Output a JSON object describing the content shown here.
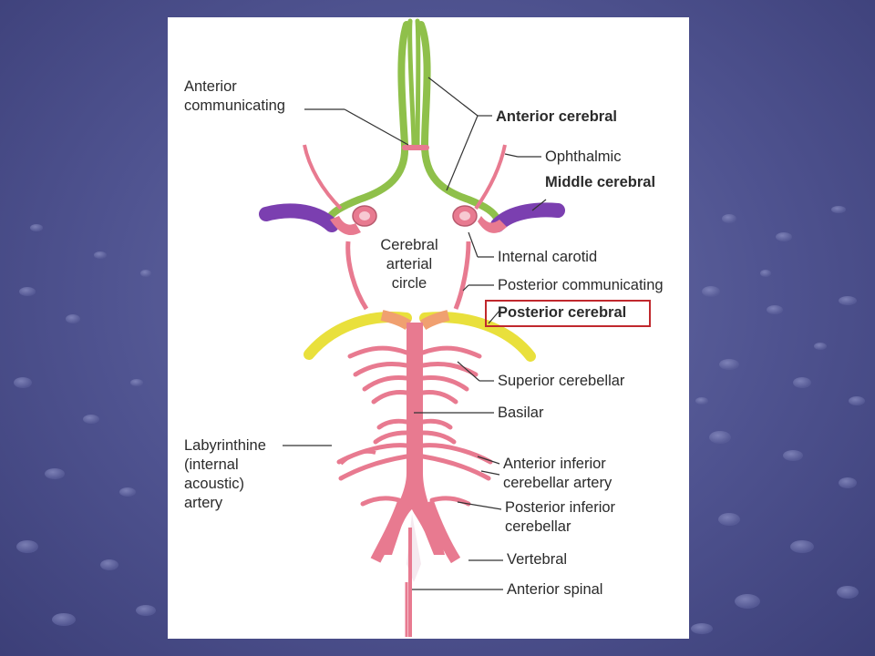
{
  "diagram": {
    "labels": {
      "anterior_communicating": "Anterior\ncommunicating",
      "anterior_cerebral": "Anterior cerebral",
      "ophthalmic": "Ophthalmic",
      "middle_cerebral": "Middle cerebral",
      "cerebral_arterial_circle": "Cerebral\narterial\ncircle",
      "internal_carotid": "Internal carotid",
      "posterior_communicating": "Posterior communicating",
      "posterior_cerebral": "Posterior cerebral",
      "superior_cerebellar": "Superior cerebellar",
      "basilar": "Basilar",
      "labyrinthine": "Labyrinthine\n(internal\nacoustic)\nartery",
      "anterior_inferior_cerebellar": "Anterior inferior\ncerebellar artery",
      "posterior_inferior_cerebellar": "Posterior inferior\ncerebellar",
      "vertebral": "Vertebral",
      "anterior_spinal": "Anterior spinal"
    },
    "highlighted_label": "posterior_cerebral",
    "colors": {
      "background": "#4f5390",
      "anterior_cerebral": "#8fc04a",
      "middle_cerebral": "#7b3fb0",
      "posterior_cerebral": "#e9e03c",
      "artery": "#e87a90",
      "highlight": "#c0282d"
    }
  }
}
